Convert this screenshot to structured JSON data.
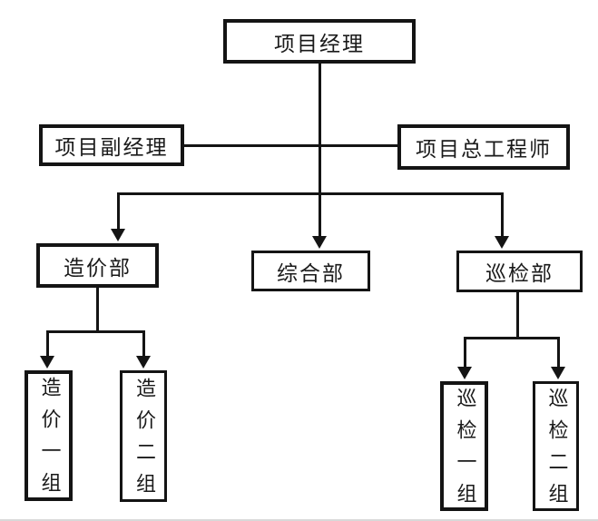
{
  "diagram": {
    "type": "org-chart",
    "nodes": {
      "project_manager": {
        "label": "项目经理"
      },
      "deputy_project_manager": {
        "label": "项目副经理"
      },
      "chief_engineer": {
        "label": "项目总工程师"
      },
      "cost_department": {
        "label": "造价部"
      },
      "general_department": {
        "label": "综合部"
      },
      "inspection_department": {
        "label": "巡检部"
      },
      "cost_group_1": {
        "label": "造价一组"
      },
      "cost_group_2": {
        "label": "造价二组"
      },
      "inspection_group_1": {
        "label": "巡检一组"
      },
      "inspection_group_2": {
        "label": "巡检二组"
      }
    },
    "edges": [
      "project_manager->deputy_project_manager",
      "project_manager->chief_engineer",
      "project_manager->cost_department",
      "project_manager->general_department",
      "project_manager->inspection_department",
      "cost_department->cost_group_1",
      "cost_department->cost_group_2",
      "inspection_department->inspection_group_1",
      "inspection_department->inspection_group_2"
    ],
    "colors": {
      "line": "#141414",
      "box_border": "#141414",
      "text": "#1a1a1a",
      "background": "#ffffff"
    }
  }
}
